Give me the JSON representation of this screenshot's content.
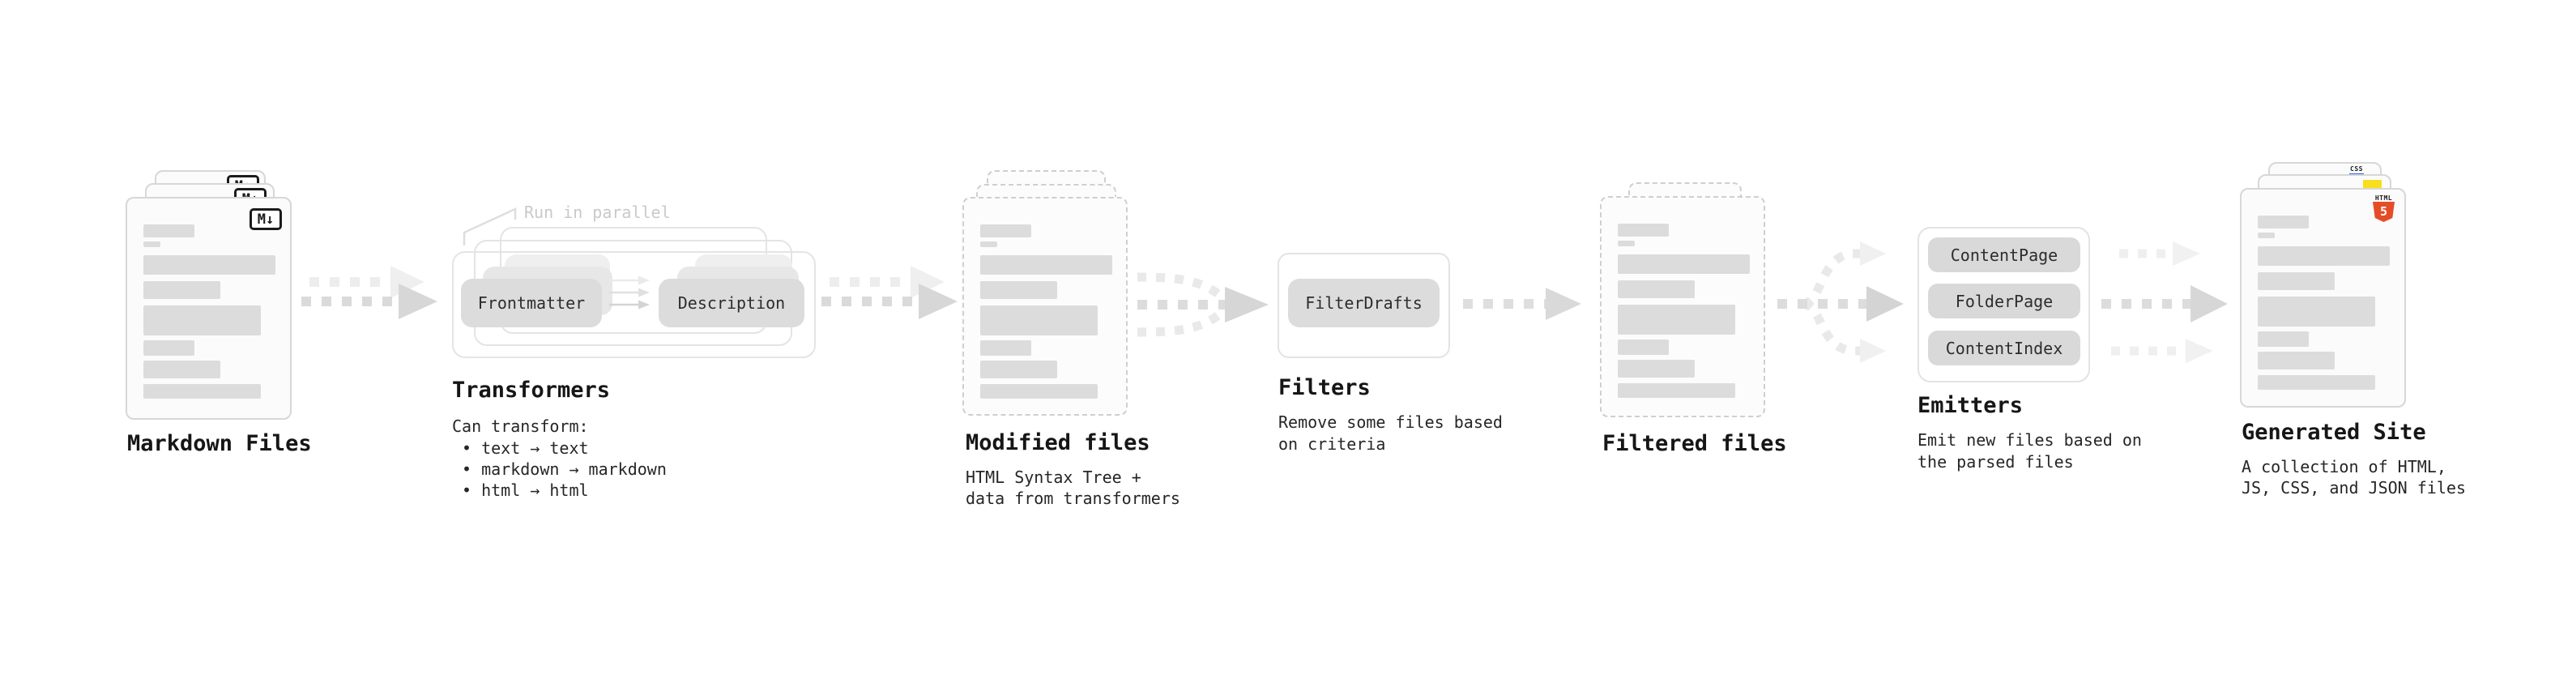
{
  "pipeline_order": [
    "Markdown Files",
    "Transformers",
    "Modified files",
    "Filters",
    "Filtered files",
    "Emitters",
    "Generated Site"
  ],
  "colors": {
    "html5_orange": "#e44d26",
    "js_yellow": "#f7df1e",
    "css_blue": "#2965f1"
  },
  "stages": {
    "markdown": {
      "label": "Markdown Files",
      "badge": "M↓"
    },
    "transformers": {
      "label": "Transformers",
      "note": "Run in parallel",
      "source_pill": "Frontmatter",
      "target_pill": "Description",
      "body_title": "Can transform:",
      "bullets": [
        "• text → text",
        "• markdown → markdown",
        "• html → html"
      ]
    },
    "modified": {
      "label": "Modified files",
      "desc": [
        "HTML Syntax Tree +",
        "data from transformers"
      ]
    },
    "filters": {
      "label": "Filters",
      "pill": "FilterDrafts",
      "desc": [
        "Remove some files based",
        "on criteria"
      ]
    },
    "filtered": {
      "label": "Filtered files"
    },
    "emitters": {
      "label": "Emitters",
      "pills": [
        "ContentPage",
        "FolderPage",
        "ContentIndex"
      ],
      "desc": [
        "Emit new files based on",
        "the parsed files"
      ]
    },
    "generated": {
      "label": "Generated Site",
      "badges": {
        "css": "CSS",
        "html": "HTML",
        "html_number": "5"
      },
      "desc": [
        "A collection of HTML,",
        "JS, CSS, and JSON files"
      ]
    }
  }
}
